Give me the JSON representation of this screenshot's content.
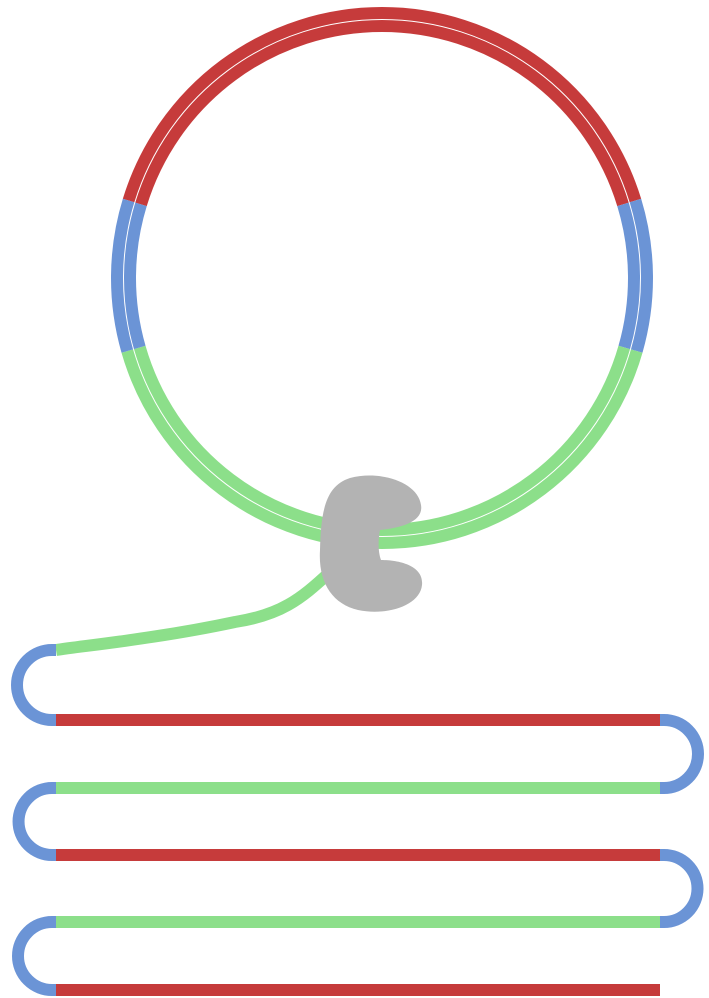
{
  "colors": {
    "background": "#ffffff",
    "red_segment": "#c63b3b",
    "blue_segment": "#6b94d6",
    "green_segment": "#8cdf8a",
    "protein": "#b3b3b3",
    "gap": "#ffffff"
  },
  "circle": {
    "rings": 2,
    "arc_order_clockwise_from_top": [
      "red",
      "blue",
      "green",
      "blue"
    ]
  },
  "protein": {
    "icon": "ribosome-like-blob"
  },
  "strand": {
    "rows": [
      "green",
      "red",
      "green",
      "red",
      "green",
      "red"
    ],
    "turn_color": "blue"
  }
}
